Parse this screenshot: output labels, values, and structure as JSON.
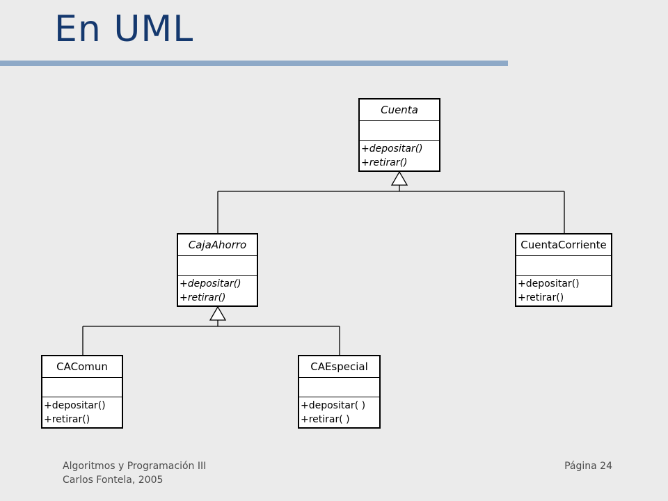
{
  "slide": {
    "title": "En UML",
    "footer_line1": "Algoritmos y Programación III",
    "footer_line2": "Carlos Fontela, 2005",
    "page_label": "Página 24"
  },
  "classes": {
    "cuenta": {
      "name": "Cuenta",
      "op1": "+depositar()",
      "op2": "+retirar()"
    },
    "caja_ahorro": {
      "name": "CajaAhorro",
      "op1": "+depositar()",
      "op2": "+retirar()"
    },
    "cuenta_corriente": {
      "name": "CuentaCorriente",
      "op1": "+depositar()",
      "op2": "+retirar()"
    },
    "ca_comun": {
      "name": "CAComun",
      "op1": "+depositar()",
      "op2": "+retirar()"
    },
    "ca_especial": {
      "name": "CAEspecial",
      "op1": "+depositar( )",
      "op2": "+retirar( )"
    }
  },
  "colors": {
    "title": "#14386e",
    "title_bar": "#8ea9c7",
    "background": "#ebebeb"
  }
}
